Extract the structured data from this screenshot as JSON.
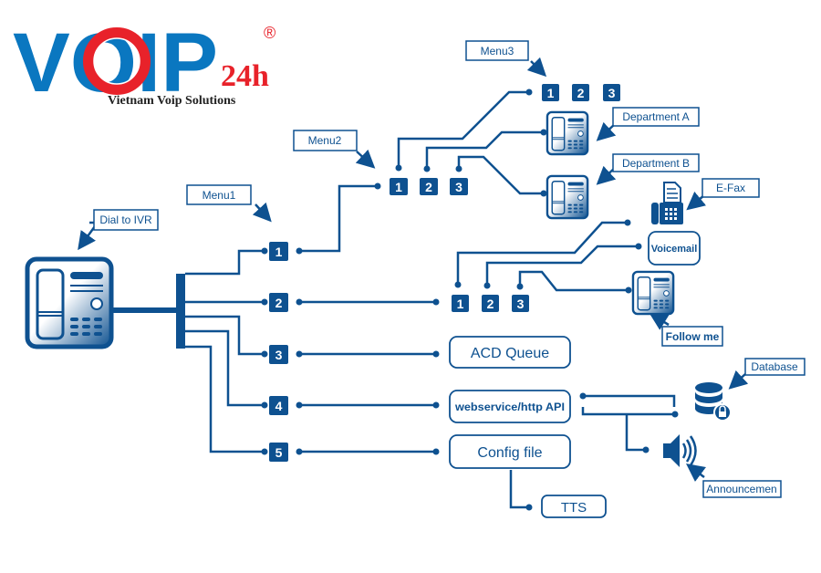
{
  "logo": {
    "brand": "VOIP",
    "suffix": "24h",
    "registered": "®",
    "tagline": "Vietnam Voip Solutions"
  },
  "colors": {
    "primary": "#0e5190",
    "logo_blue": "#0a77c0",
    "logo_red": "#e8222a"
  },
  "callouts": {
    "dial": "Dial to IVR",
    "menu1": "Menu1",
    "menu2": "Menu2",
    "menu3": "Menu3",
    "dept_a": "Department A",
    "dept_b": "Department B",
    "efax": "E-Fax",
    "follow": "Follow me",
    "database": "Database",
    "announce": "Announcemen"
  },
  "menu1": {
    "keys": [
      "1",
      "2",
      "3",
      "4",
      "5"
    ]
  },
  "menu2": {
    "keys": [
      "1",
      "2",
      "3"
    ]
  },
  "menu3": {
    "keys": [
      "1",
      "2",
      "3"
    ]
  },
  "submenu2": {
    "keys": [
      "1",
      "2",
      "3"
    ]
  },
  "nodes": {
    "voicemail": "Voicemail",
    "acd": "ACD Queue",
    "webservice": "webservice/http API",
    "config": "Config file",
    "tts": "TTS"
  },
  "icons": [
    "phone-icon",
    "fax-icon",
    "database-lock-icon",
    "speaker-icon"
  ]
}
